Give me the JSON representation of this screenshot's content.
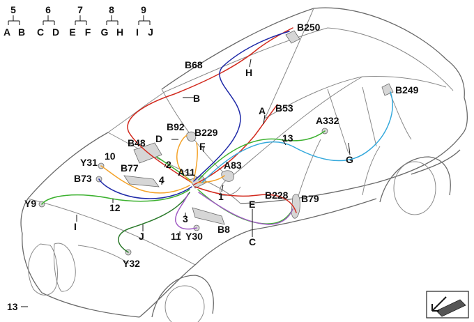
{
  "legend": {
    "groups": [
      {
        "num": "5",
        "left": "A",
        "right": "B"
      },
      {
        "num": "6",
        "left": "C",
        "right": "D"
      },
      {
        "num": "7",
        "left": "E",
        "right": "F"
      },
      {
        "num": "8",
        "left": "G",
        "right": "H"
      },
      {
        "num": "9",
        "left": "I",
        "right": "J"
      }
    ]
  },
  "labels": {
    "B250": "B250",
    "B68": "B68",
    "H": "H",
    "B": "B",
    "B249": "B249",
    "A": "A",
    "B53": "B53",
    "A332": "A332",
    "B92": "B92",
    "B229": "B229",
    "D": "D",
    "F": "F",
    "B48": "B48",
    "n13": "13",
    "G": "G",
    "Y31": "Y31",
    "n10": "10",
    "B77": "B77",
    "n2": "2",
    "A11": "A11",
    "A83": "A83",
    "B73": "B73",
    "n4": "4",
    "n1": "1",
    "B228": "B228",
    "B79": "B79",
    "E": "E",
    "Y9": "Y9",
    "n12": "12",
    "n3": "3",
    "B8": "B8",
    "I": "I",
    "J": "J",
    "n11": "11",
    "Y30": "Y30",
    "C": "C",
    "Y32": "Y32"
  },
  "footer": {
    "ref": "13"
  },
  "wire_colors": {
    "red": "#d22a1e",
    "blue": "#1f2aa8",
    "green": "#3cb12f",
    "orange": "#f4a32a",
    "cyan": "#35a9dc",
    "purple": "#a05bc4",
    "darkgreen": "#2b7a2b"
  }
}
